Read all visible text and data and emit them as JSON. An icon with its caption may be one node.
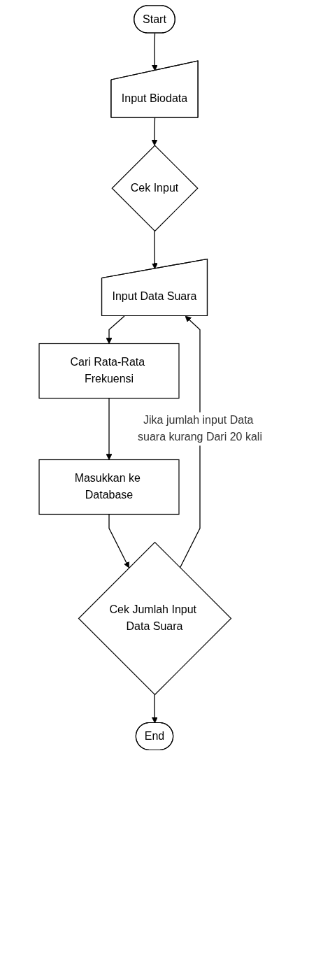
{
  "diagram": {
    "nodes": [
      {
        "text": [
          "Start"
        ]
      },
      {
        "text": [
          "Input Biodata"
        ]
      },
      {
        "text": [
          "Cek Input"
        ]
      },
      {
        "text": [
          "Input Data Suara"
        ]
      },
      {
        "text": [
          "Cari Rata-Rata Frekuensi"
        ]
      },
      {
        "text": [
          "Masukkan ke Database"
        ]
      },
      {
        "text": [
          "Cek Jumlah Input Data Suara"
        ]
      },
      {
        "text": [
          "End"
        ]
      }
    ],
    "edges": [
      {
        "from": 0,
        "to": 1,
        "arrow": "to"
      },
      {
        "from": 1,
        "to": 2,
        "arrow": "to"
      },
      {
        "from": 2,
        "to": 3,
        "arrow": "to"
      },
      {
        "from": 3,
        "to": 4,
        "arrow": "to"
      },
      {
        "from": 4,
        "to": 5,
        "arrow": "to"
      },
      {
        "from": 5,
        "to": 6,
        "arrow": "to"
      },
      {
        "from": 6,
        "to": 3,
        "arrow": "to",
        "label": "Jika jumlah input Data suara kurang Dari 20 kali"
      },
      {
        "from": 6,
        "to": 7,
        "arrow": "to"
      }
    ]
  }
}
